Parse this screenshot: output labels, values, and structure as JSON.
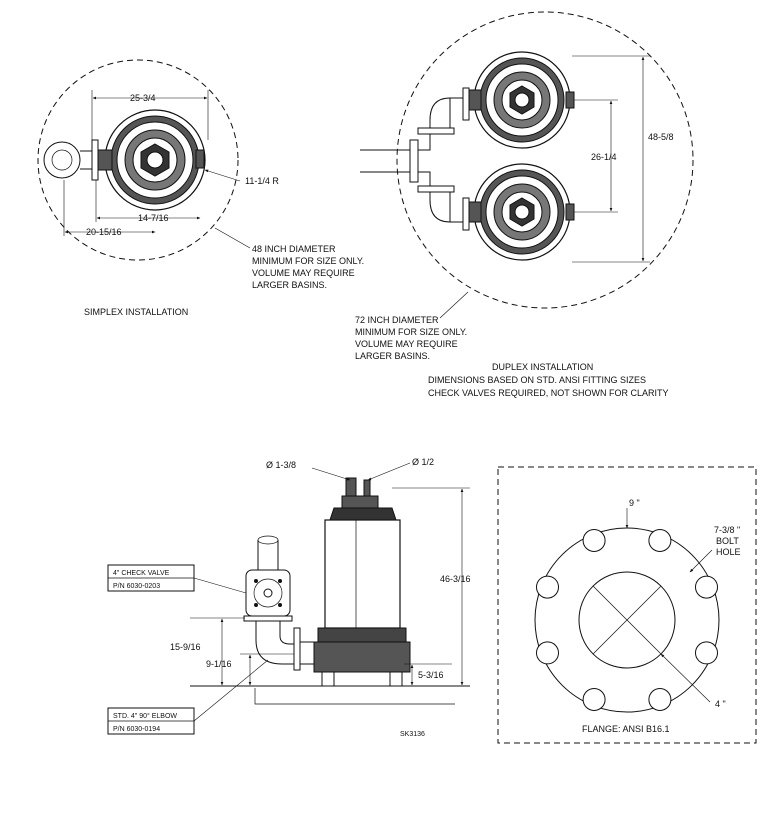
{
  "simplex": {
    "dim_width": "25-3/4",
    "dim_radius": "11-1/4 R",
    "dim_offset": "14-7/16",
    "dim_total": "20-15/16",
    "basin_note": [
      "48 INCH DIAMETER",
      "MINIMUM FOR SIZE ONLY.",
      "VOLUME MAY REQUIRE",
      "LARGER BASINS."
    ],
    "title": "SIMPLEX INSTALLATION"
  },
  "duplex": {
    "dim_overall": "48-5/8",
    "dim_center": "26-1/4",
    "basin_note": [
      "72 INCH DIAMETER",
      "MINIMUM FOR SIZE ONLY.",
      "VOLUME MAY REQUIRE",
      "LARGER BASINS."
    ],
    "title_lines": [
      "DUPLEX INSTALLATION",
      "DIMENSIONS BASED ON STD. ANSI FITTING SIZES",
      "CHECK VALVES REQUIRED, NOT SHOWN FOR CLARITY"
    ]
  },
  "elevation": {
    "dia_cable": "Ø 1-3/8",
    "dia_vent": "Ø 1/2",
    "dim_height": "46-3/16",
    "dim_inlet": "15-9/16",
    "dim_outlet": "9-1/16",
    "dim_base": "5-3/16",
    "check_valve": {
      "title": "4\" CHECK VALVE",
      "part": "P/N 6030-0203"
    },
    "elbow": {
      "title": "STD. 4\" 90° ELBOW",
      "part": "P/N 6030-0194"
    },
    "sheet_id": "SK3136"
  },
  "flange": {
    "dim_od": "9 \"",
    "dim_bolt_lines": [
      "7-3/8 \"",
      "BOLT",
      "HOLE"
    ],
    "dim_id": "4 \"",
    "caption": "FLANGE: ANSI B16.1"
  }
}
